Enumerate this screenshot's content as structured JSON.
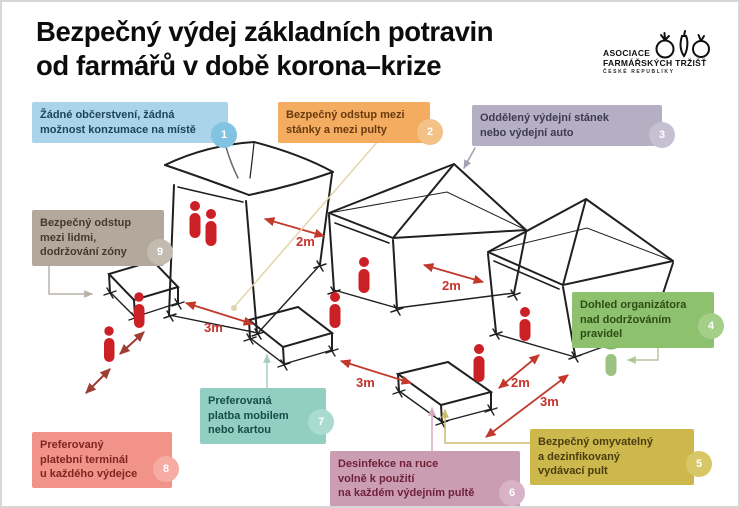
{
  "title": {
    "line1": "Bezpečný výdej základních potravin",
    "line2": "od farmářů v době korona–krize"
  },
  "logo": {
    "line1": "ASOCIACE",
    "line2": "FARMÁŘSKÝCH TRŽIŠŤ",
    "line3": "ČESKÉ REPUBLIKY"
  },
  "labels": [
    {
      "number": "1",
      "bg": "#a9d4e9",
      "lines": [
        "Žádné občerstvení, žádná",
        "možnost konzumace na místě"
      ]
    },
    {
      "number": "2",
      "bg": "#f3ac60",
      "lines": [
        "Bezpečný odstup mezi",
        "stánky a mezi pulty"
      ]
    },
    {
      "number": "3",
      "bg": "#b5afc3",
      "lines": [
        "Oddělený výdejní stánek",
        "nebo výdejní auto"
      ]
    },
    {
      "number": "4",
      "bg": "#8dc16d",
      "lines": [
        "Dohled organizátora",
        "nad dodržováním",
        "pravidel"
      ]
    },
    {
      "number": "5",
      "bg": "#cdb84e",
      "lines": [
        "Bezpečný omyvatelný",
        "a dezinfikovaný",
        "vydávací pult"
      ]
    },
    {
      "number": "6",
      "bg": "#cb9db3",
      "lines": [
        "Desinfekce na ruce",
        "volně k použití",
        "na každém výdejním pultě"
      ]
    },
    {
      "number": "7",
      "bg": "#92cfc2",
      "lines": [
        "Preferovaná",
        "platba mobilem",
        "nebo kartou"
      ]
    },
    {
      "number": "8",
      "bg": "#f2938a",
      "lines": [
        "Preferovaný",
        "platební terminál",
        "u každého výdejce"
      ]
    },
    {
      "number": "9",
      "bg": "#b2a99c",
      "lines": [
        "Bezpečný odstup",
        "mezi lidmi,",
        "dodržování zóny"
      ]
    }
  ],
  "measurements": [
    {
      "value": "2m"
    },
    {
      "value": "2m"
    },
    {
      "value": "3m"
    },
    {
      "value": "3m"
    },
    {
      "value": "2m"
    },
    {
      "value": "3m"
    }
  ],
  "colors": {
    "person": "#cb2026",
    "organizer": "#9cc282",
    "distance_arrow": "#c2392b",
    "queue_arrow": "#9e3d33",
    "sketch": "#202020"
  }
}
